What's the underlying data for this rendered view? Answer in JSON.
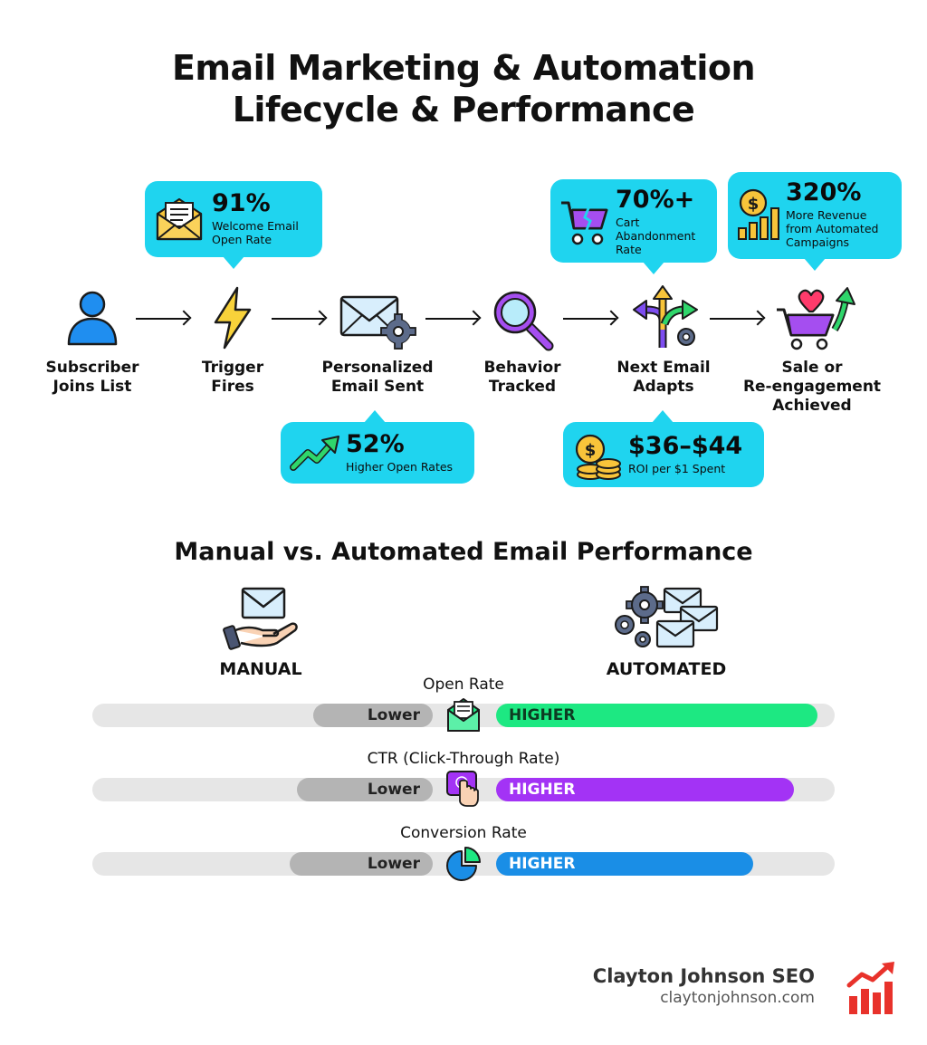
{
  "title": {
    "line1": "Email Marketing & Automation",
    "line2": "Lifecycle & Performance"
  },
  "flow": {
    "steps": [
      {
        "label": "Subscriber\nJoins List",
        "icon": "person-icon"
      },
      {
        "label": "Trigger\nFires",
        "icon": "lightning-icon"
      },
      {
        "label": "Personalized\nEmail Sent",
        "icon": "envelope-gear-icon"
      },
      {
        "label": "Behavior\nTracked",
        "icon": "magnifier-icon"
      },
      {
        "label": "Next Email\nAdapts",
        "icon": "branching-arrows-icon"
      },
      {
        "label": "Sale or\nRe-engagement\nAchieved",
        "icon": "cart-heart-icon"
      }
    ],
    "callouts": [
      {
        "value": "91%",
        "text": "Welcome Email\nOpen Rate",
        "icon": "open-envelope-icon"
      },
      {
        "value": "52%",
        "text": "Higher Open Rates",
        "icon": "trend-up-icon"
      },
      {
        "value": "70%+",
        "text": "Cart\nAbandonment\nRate",
        "icon": "broken-cart-icon"
      },
      {
        "value": "$36–$44",
        "text": "ROI per $1 Spent",
        "icon": "coins-icon"
      },
      {
        "value": "320%",
        "text": "More Revenue\nfrom Automated\nCampaigns",
        "icon": "dollar-chart-icon"
      }
    ]
  },
  "comparison": {
    "title": "Manual vs. Automated Email Performance",
    "manual_label": "MANUAL",
    "automated_label": "AUTOMATED",
    "metrics": [
      {
        "name": "Open Rate",
        "manual_text": "Lower",
        "auto_text": "HIGHER",
        "color": "#1de882",
        "text_color": "#0d3b22",
        "manual_fraction": 0.23,
        "auto_fraction": 0.95,
        "icon": "open-envelope-icon"
      },
      {
        "name": "CTR (Click-Through Rate)",
        "manual_text": "Lower",
        "auto_text": "HIGHER",
        "color": "#a333f5",
        "text_color": "#ffffff",
        "manual_fraction": 0.18,
        "auto_fraction": 0.88,
        "icon": "click-hand-icon"
      },
      {
        "name": "Conversion Rate",
        "manual_text": "Lower",
        "auto_text": "HIGHER",
        "color": "#1a8ee6",
        "text_color": "#ffffff",
        "manual_fraction": 0.16,
        "auto_fraction": 0.76,
        "icon": "pie-chart-icon"
      }
    ]
  },
  "brand": {
    "name": "Clayton Johnson SEO",
    "url": "claytonjohnson.com"
  },
  "colors": {
    "callout": "#1fd4ef",
    "brand_red": "#e8322b"
  }
}
